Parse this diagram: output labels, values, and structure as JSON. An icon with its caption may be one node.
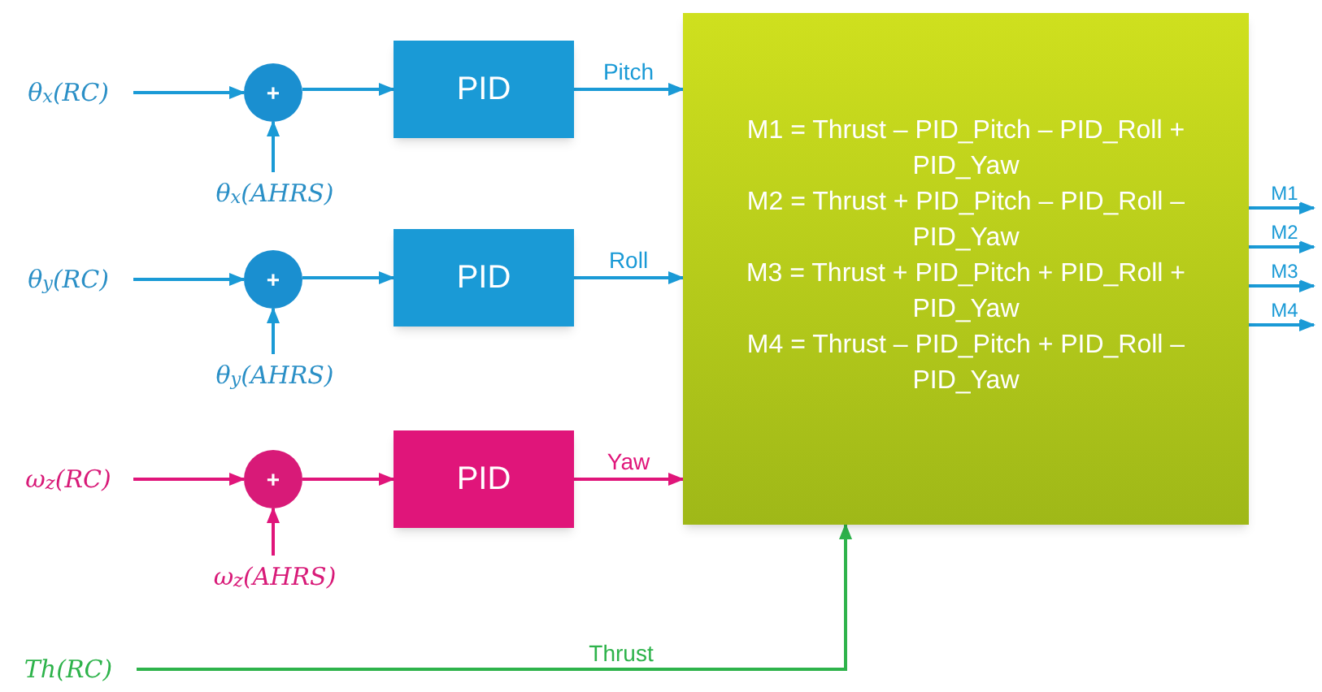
{
  "diagram": {
    "nodes": [
      {
        "text": [
          "θ$_{x}$(RC)"
        ]
      },
      {
        "text": [
          "+"
        ]
      },
      {
        "text": [
          "θ$_{x}$(AHRS)"
        ]
      },
      {
        "text": [
          "PID"
        ]
      },
      {
        "text": [
          "θ$_{y}$(RC)"
        ]
      },
      {
        "text": [
          "+"
        ]
      },
      {
        "text": [
          "θ$_{y}$(AHRS)"
        ]
      },
      {
        "text": [
          "PID"
        ]
      },
      {
        "text": [
          "ω$_{z}$(RC)"
        ]
      },
      {
        "text": [
          "+"
        ]
      },
      {
        "text": [
          "ω$_{z}$(AHRS)"
        ]
      },
      {
        "text": [
          "PID"
        ]
      },
      {
        "text": [
          "Th(RC)"
        ]
      },
      {
        "text": [
          "M1 = Thrust – PID_Pitch – PID_Roll + PID_Yaw",
          "M2 = Thrust + PID_Pitch – PID_Roll – PID_Yaw",
          "M3 = Thrust + PID_Pitch + PID_Roll + PID_Yaw",
          "M4 = Thrust – PID_Pitch + PID_Roll – PID_Yaw"
        ]
      }
    ],
    "edges": [
      {
        "from": 0,
        "to": 1,
        "arrow": "to"
      },
      {
        "from": 2,
        "to": 1,
        "arrow": "to"
      },
      {
        "from": 1,
        "to": 3,
        "arrow": "to"
      },
      {
        "from": 3,
        "to": 13,
        "arrow": "to",
        "label": "Pitch"
      },
      {
        "from": 4,
        "to": 5,
        "arrow": "to"
      },
      {
        "from": 6,
        "to": 5,
        "arrow": "to"
      },
      {
        "from": 5,
        "to": 7,
        "arrow": "to"
      },
      {
        "from": 7,
        "to": 13,
        "arrow": "to",
        "label": "Roll"
      },
      {
        "from": 8,
        "to": 9,
        "arrow": "to",
        "color": "#e0157a"
      },
      {
        "from": 10,
        "to": 9,
        "arrow": "to",
        "color": "#e0157a"
      },
      {
        "from": 9,
        "to": 11,
        "arrow": "to",
        "color": "#e0157a"
      },
      {
        "from": 11,
        "to": 13,
        "arrow": "to",
        "label": "Yaw",
        "color": "#e0157a"
      },
      {
        "from": 12,
        "to": 13,
        "arrow": "to",
        "label": "Thrust",
        "color": "#2eb34b"
      },
      {
        "from": 13,
        "to": null,
        "arrow": "to",
        "label": "M1"
      },
      {
        "from": 13,
        "to": null,
        "arrow": "to",
        "label": "M2"
      },
      {
        "from": 13,
        "to": null,
        "arrow": "to",
        "label": "M3"
      },
      {
        "from": 13,
        "to": null,
        "arrow": "to",
        "label": "M4"
      }
    ]
  }
}
